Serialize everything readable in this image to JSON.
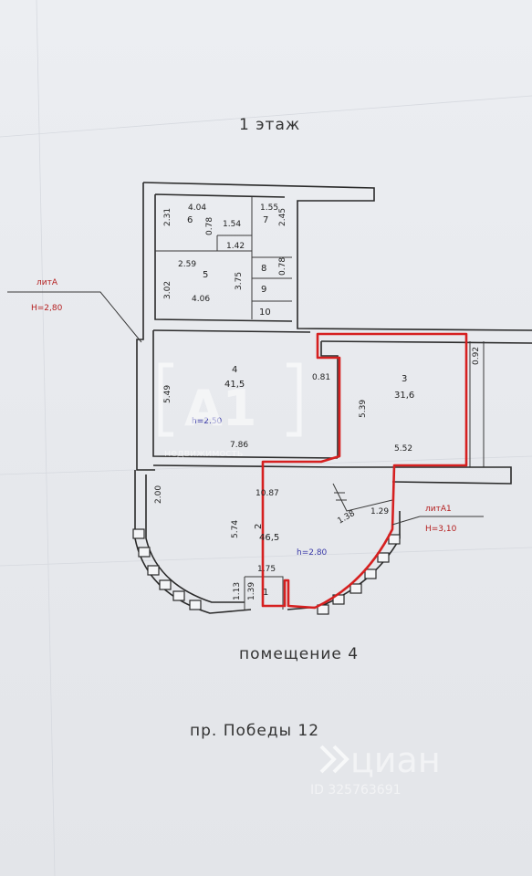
{
  "title": "1 этаж",
  "caption": "помещение 4",
  "address": "пр. Победы 12",
  "lit_a": {
    "label": "литА",
    "height": "H=2,80"
  },
  "lit_a1": {
    "label": "литА1",
    "height": "H=3,10"
  },
  "rooms": {
    "r1": {
      "number": "1"
    },
    "r2": {
      "number": "2",
      "area": "46,5",
      "height": "h=2.80"
    },
    "r3": {
      "number": "3",
      "area": "31,6"
    },
    "r4": {
      "number": "4",
      "area": "41,5",
      "height": "h=2.50"
    },
    "r5": {
      "number": "5"
    },
    "r6": {
      "number": "6"
    },
    "r7": {
      "number": "7"
    },
    "r8": {
      "number": "8"
    },
    "r9": {
      "number": "9"
    },
    "r10": {
      "number": "10"
    }
  },
  "dims": {
    "d404": "4.04",
    "d231": "2.31",
    "d078a": "0.78",
    "d154": "1.54",
    "d155": "1.55",
    "d245": "2.45",
    "d142": "1.42",
    "d259": "2.59",
    "d302": "3.02",
    "d375": "3.75",
    "d078b": "0.78",
    "d406": "4.06",
    "d092": "0.92",
    "d081": "0.81",
    "d549": "5.49",
    "d539": "5.39",
    "d786": "7.86",
    "d552": "5.52",
    "d200": "2.00",
    "d1087": "10.87",
    "d574": "5.74",
    "d138": "1.38",
    "d129": "1.29",
    "d175": "1.75",
    "d113": "1.13",
    "d139": "1.39"
  },
  "watermark": {
    "a1": "A1",
    "a1_sub": "недвижимость",
    "cian": "циан",
    "cian_id": "ID 325763691"
  },
  "colors": {
    "plan_red": "#d62020",
    "wall": "#2a2a2a",
    "paper": "#eceef2"
  }
}
